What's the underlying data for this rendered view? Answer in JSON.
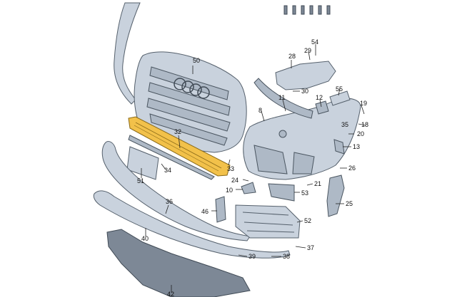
{
  "diagram": {
    "labels": {
      "p50": "50",
      "p32": "32",
      "p34": "34",
      "p51": "51",
      "p36": "36",
      "p40": "40",
      "p42": "42",
      "p8": "8",
      "p11": "11",
      "p12": "12",
      "p55": "55",
      "p28": "28",
      "p29": "29",
      "p54": "54",
      "p30": "30",
      "p19": "19",
      "p18": "18",
      "p20": "20",
      "p13": "13",
      "p26": "26",
      "p25": "25",
      "p21": "21",
      "p53": "53",
      "p52": "52",
      "p24": "24",
      "p10": "10",
      "p33": "33",
      "p46": "46",
      "p37": "37",
      "p39": "39",
      "p38": "38",
      "p35": "35"
    },
    "colors": {
      "part": "#c9d2dd",
      "part_dark": "#7d8896",
      "highlight": "#f2c14a",
      "ink": "#111111"
    }
  }
}
